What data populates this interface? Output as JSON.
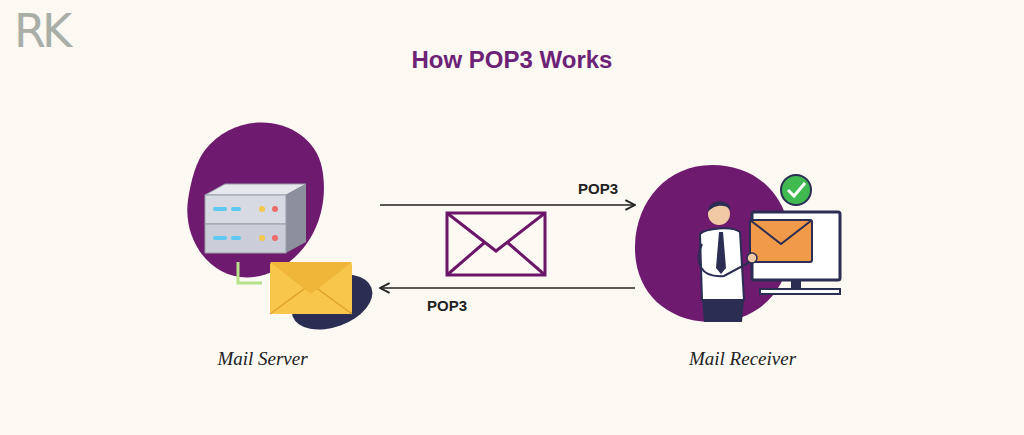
{
  "diagram": {
    "title": "How POP3 Works",
    "nodes": [
      {
        "text": [
          "Mail Server"
        ]
      },
      {
        "text": [
          "Mail Receiver"
        ]
      }
    ],
    "edges": [
      {
        "from": 0,
        "to": 1,
        "label": "POP3",
        "arrow": "to"
      },
      {
        "from": 1,
        "to": 0,
        "label": "POP3",
        "arrow": "to"
      }
    ],
    "labels": [
      "RK"
    ]
  }
}
